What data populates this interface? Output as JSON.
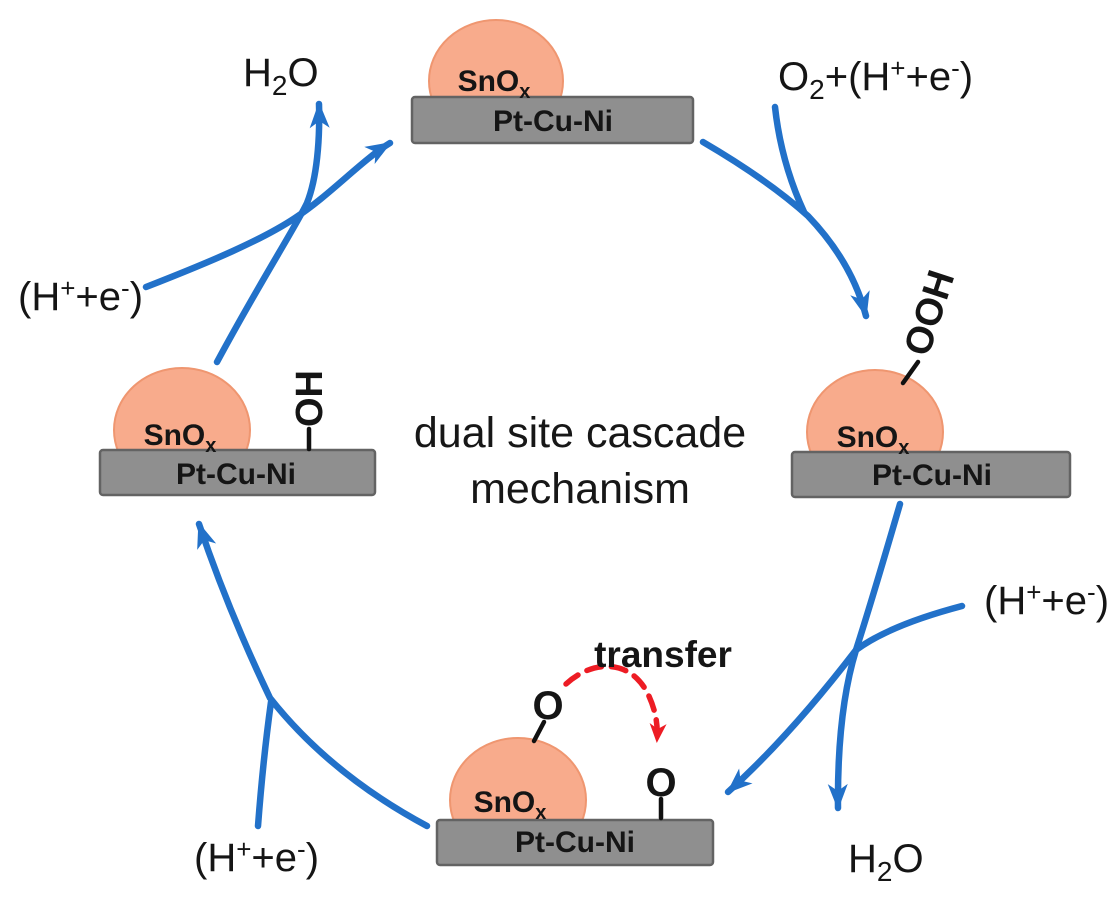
{
  "title": {
    "line1": "dual site cascade",
    "line2": "mechanism"
  },
  "colors": {
    "blue": "#2271C9",
    "red": "#ED1C24",
    "orange_fill": "#F8AB8C",
    "orange_stroke": "#EF9670",
    "gray_fill": "#8F8F8F",
    "gray_stroke": "#636363",
    "ink": "#151515"
  },
  "catalyst": {
    "particle": {
      "main": "SnO",
      "sub": "x"
    },
    "support": "Pt-Cu-Ni"
  },
  "species": {
    "h2o": {
      "h": "H",
      "sub": "2",
      "o": "O"
    },
    "o2_he": {
      "o": "O",
      "sub": "2",
      "mid1": "+(H",
      "sup1": "+",
      "mid2": "+e",
      "sup2": "-",
      "close": ")"
    },
    "h_e": {
      "open": "(H",
      "sup1": "+",
      "mid": "+e",
      "sup2": "-",
      "close": ")"
    },
    "ooh": "OOH",
    "oh": "OH",
    "o_atom": "O"
  },
  "annotations": {
    "transfer": "transfer"
  }
}
